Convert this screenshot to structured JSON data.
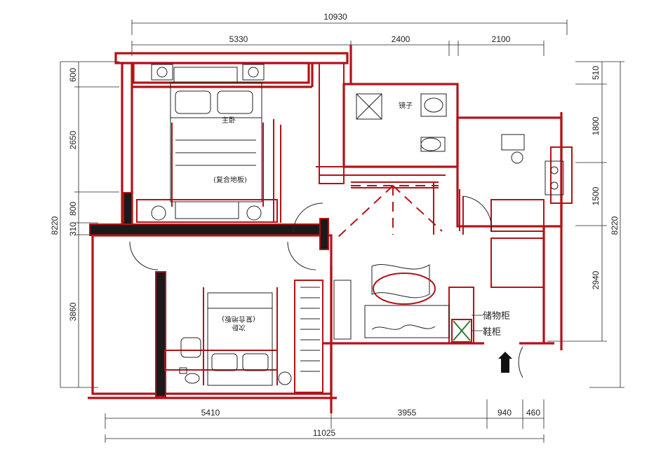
{
  "dimensions": {
    "top_total": "10930",
    "top_segments": [
      "5330",
      "2400",
      "2100"
    ],
    "bottom_segments": [
      "5410",
      "3955",
      "940",
      "460"
    ],
    "bottom_total": "11025",
    "left_segments": [
      "600",
      "2650",
      "800",
      "310",
      "3860"
    ],
    "left_total": "8220",
    "right_segments": [
      "510",
      "1800",
      "1500",
      "2940"
    ],
    "right_total": "8220"
  },
  "labels": {
    "master_bedroom": "主卧",
    "composite_floor": "(复合地板)",
    "mirror": "镜子",
    "bedroom2": "次卧",
    "bedroom2_floor": "(复合地板)",
    "storage_cabinet": "储物柜",
    "shoe_cabinet": "鞋柜"
  },
  "colors": {
    "wall": "#b31217",
    "line": "#222222"
  }
}
